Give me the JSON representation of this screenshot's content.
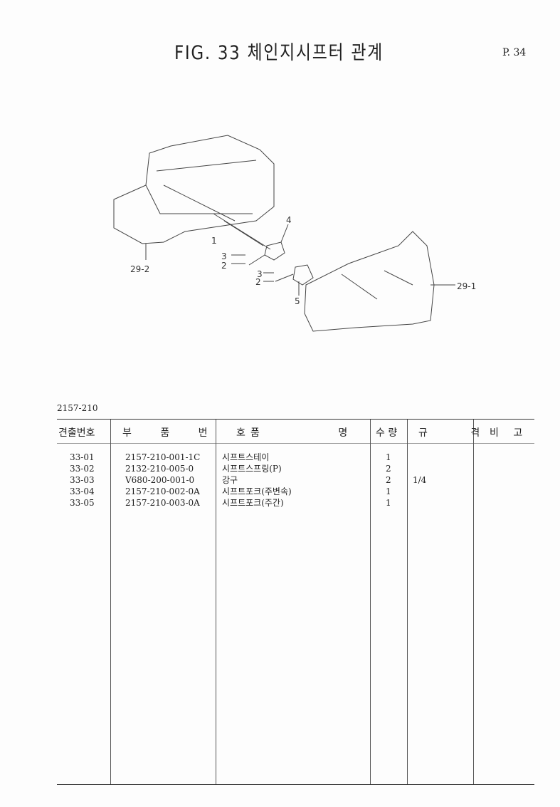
{
  "header": {
    "title": "FIG. 33 체인지시프터 관계",
    "page": "P. 34"
  },
  "diagram": {
    "callouts": [
      "1",
      "2",
      "3",
      "4",
      "5",
      "29-2",
      "29-1"
    ]
  },
  "table": {
    "model": "2157-210",
    "columns": [
      "견출번호",
      "부 품 번 호",
      "품 명",
      "수 량",
      "규 격",
      "비 고"
    ],
    "rows": [
      {
        "ref": "33-01",
        "part_no": "2157-210-001-1C",
        "name": "시프트스테이",
        "qty": "1",
        "spec": ""
      },
      {
        "ref": "33-02",
        "part_no": "2132-210-005-0",
        "name": "시프트스프링(P)",
        "qty": "2",
        "spec": ""
      },
      {
        "ref": "33-03",
        "part_no": "V680-200-001-0",
        "name": "강구",
        "qty": "2",
        "spec": "1/4"
      },
      {
        "ref": "33-04",
        "part_no": "2157-210-002-0A",
        "name": "시프트포크(주변속)",
        "qty": "1",
        "spec": ""
      },
      {
        "ref": "33-05",
        "part_no": "2157-210-003-0A",
        "name": "시프트포크(주간)",
        "qty": "1",
        "spec": ""
      }
    ]
  }
}
